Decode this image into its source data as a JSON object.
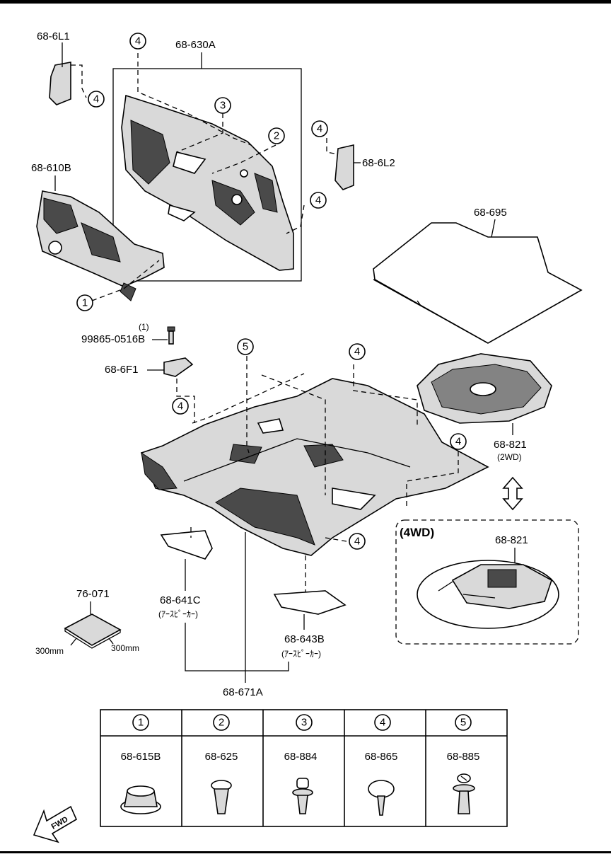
{
  "labels": {
    "p_6l1": "68-6L1",
    "p_630a": "68-630A",
    "p_6l2": "68-6L2",
    "p_610b": "68-610B",
    "p_695": "68-695",
    "bolt_qty": "(1)",
    "bolt": "99865-0516B",
    "p_6f1": "68-6F1",
    "p_821_2wd": "68-821",
    "tag_2wd": "(2WD)",
    "tag_4wd": "(4WD)",
    "p_821_4wd": "68-821",
    "p_641c": "68-641C",
    "p_641c_note": "(ｱｰｽﾋﾟｰｶｰ)",
    "p_643b": "68-643B",
    "p_643b_note": "(ｱｰｽﾋﾟｰｶｰ)",
    "p_076": "76-071",
    "size_a": "300mm",
    "size_b": "300mm",
    "p_671a": "68-671A",
    "fwd": "FWD"
  },
  "callouts": {
    "c1": "1",
    "c2": "2",
    "c3": "3",
    "c4": "4",
    "c5": "5"
  },
  "table": {
    "columns": [
      {
        "num": "1",
        "part": "68-615B"
      },
      {
        "num": "2",
        "part": "68-625"
      },
      {
        "num": "3",
        "part": "68-884"
      },
      {
        "num": "4",
        "part": "68-865"
      },
      {
        "num": "5",
        "part": "68-885"
      }
    ]
  },
  "colors": {
    "line": "#000000",
    "fill": "#d9d9d9",
    "background": "#ffffff"
  }
}
